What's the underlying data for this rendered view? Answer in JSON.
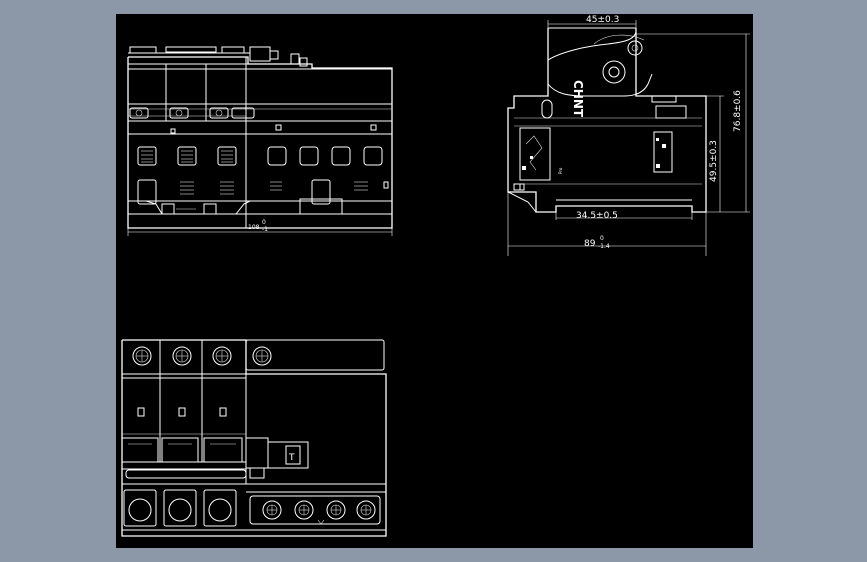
{
  "drawing": {
    "background": "#000000",
    "frame_color": "#8c98a8",
    "line_color": "#ffffff"
  },
  "front_view": {
    "width_dim": "108",
    "width_tol_upper": "0",
    "width_tol_lower": "-1"
  },
  "side_view": {
    "brand": "CHNT",
    "dim_top": "45±0.3",
    "dim_height_total": "76.8±0.6",
    "dim_height_mid": "49.5±0.3",
    "dim_rail": "34.5±0.5",
    "dim_depth": "89",
    "dim_depth_tol_upper": "0",
    "dim_depth_tol_lower": "-1.4"
  },
  "bottom_view": {
    "test_button_label": "T"
  }
}
